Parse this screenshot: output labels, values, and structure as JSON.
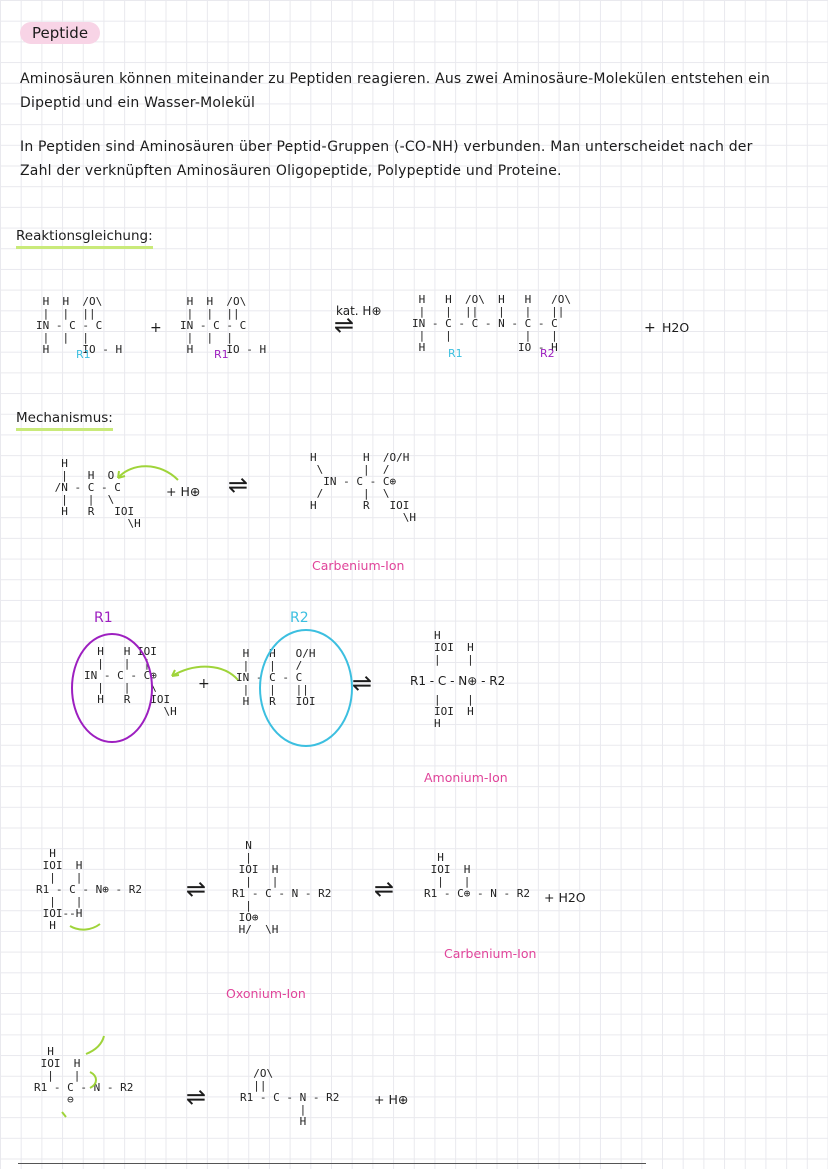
{
  "title": "Peptide",
  "para1": {
    "line1": "Aminosäuren können miteinander zu Peptiden reagieren. Aus zwei Aminosäure-Molekülen entstehen ein",
    "line2": "Dipeptid und ein Wasser-Molekül"
  },
  "para2": {
    "line1": "In Peptiden sind Aminosäuren über Peptid-Gruppen (-CO-NH) verbunden. Man unterscheidet nach der",
    "line2": "Zahl der verknüpften Aminosäuren Oligopeptide, Polypeptide und Proteine."
  },
  "reaction": {
    "heading": "Reaktionsgleichung:",
    "amino1": " H  H  /O\\\n |  |  ||\nIN - C - C\n |  |  |\n H     IO - H",
    "amino1_r": "R1",
    "plus1": "+",
    "amino2": " H  H  /O\\\n |  |  ||\nIN - C - C\n |  |  |\n H     IO - H",
    "amino2_r": "R1",
    "catalyst": "kat. H⊕",
    "product": " H   H  /O\\  H   H   /O\\\n |   |  ||   |   |   ||\nIN - C - C - N - C - C\n |   |           |   |\n H              IO - H",
    "product_r1": "R1",
    "product_r2": "R2",
    "plus2": "+",
    "water": "H2O"
  },
  "mechanism": {
    "heading": "Mechanismus:",
    "step1_left": "  H\n  |   H  O\n /N - C - C\n  |   |  \\\n  H   R   IOI\n            \\H",
    "step1_proton": "+ H⊕",
    "step1_right": "H       H  /O/H\n \\      |  /\n  IN - C - C⊕\n /      |  \\\nH       R   IOI\n              \\H",
    "carbenium_label": "Carbenium-Ion",
    "step2_r1": "R1",
    "step2_left": "  H   H IOI\n  |   |  |\nIN - C - C⊕\n  |   |   \\\n  H   R   IOI\n            \\H",
    "step2_plus": "+",
    "step2_r2": "R2",
    "step2_mid": " H   H   O/H\n |   |   /\nIN - C - C\n |   |   ||\n H   R   IOI",
    "step2_right_main": "R1 - C - N⊕ - R2",
    "step2_right_top": "H\nIOI  H\n|    |",
    "step2_right_bottom": "|    |\nIOI  H\nH",
    "ammonium_label": "Amonium-Ion",
    "step3_left": "  H\n IOI  H\n  |   |\nR1 - C - N⊕ - R2\n  |   |\n IOI--H\n  H",
    "step3_mid": "  N\n  |\n IOI  H\n  |   |\nR1 - C - N - R2\n  |\n IO⊕\n H/  \\H",
    "oxonium_label": "Oxonium-Ion",
    "step3_right": "  H\n IOI  H\n  |   |\nR1 - C⊕ - N - R2",
    "step3_water": "+ H2O",
    "carbenium_label_2": "Carbenium-Ion",
    "step4_left": "  H\n IOI  H\n  |   |\nR1 - C - N - R2\n     ⊖",
    "step4_right": "  /O\\\n  ||\nR1 - C - N - R2\n         |\n         H",
    "step4_proton": "+ H⊕"
  },
  "colors": {
    "background": "#ffffff",
    "grid": "#e9e9ee",
    "title_highlight": "#f8d4e6",
    "heading_underline": "#c9ea7a",
    "arrow_green": "#9fd43a",
    "r1_purple": "#9d1fc0",
    "r2_cyan": "#3cbfe0",
    "label_pink": "#e0449a"
  }
}
